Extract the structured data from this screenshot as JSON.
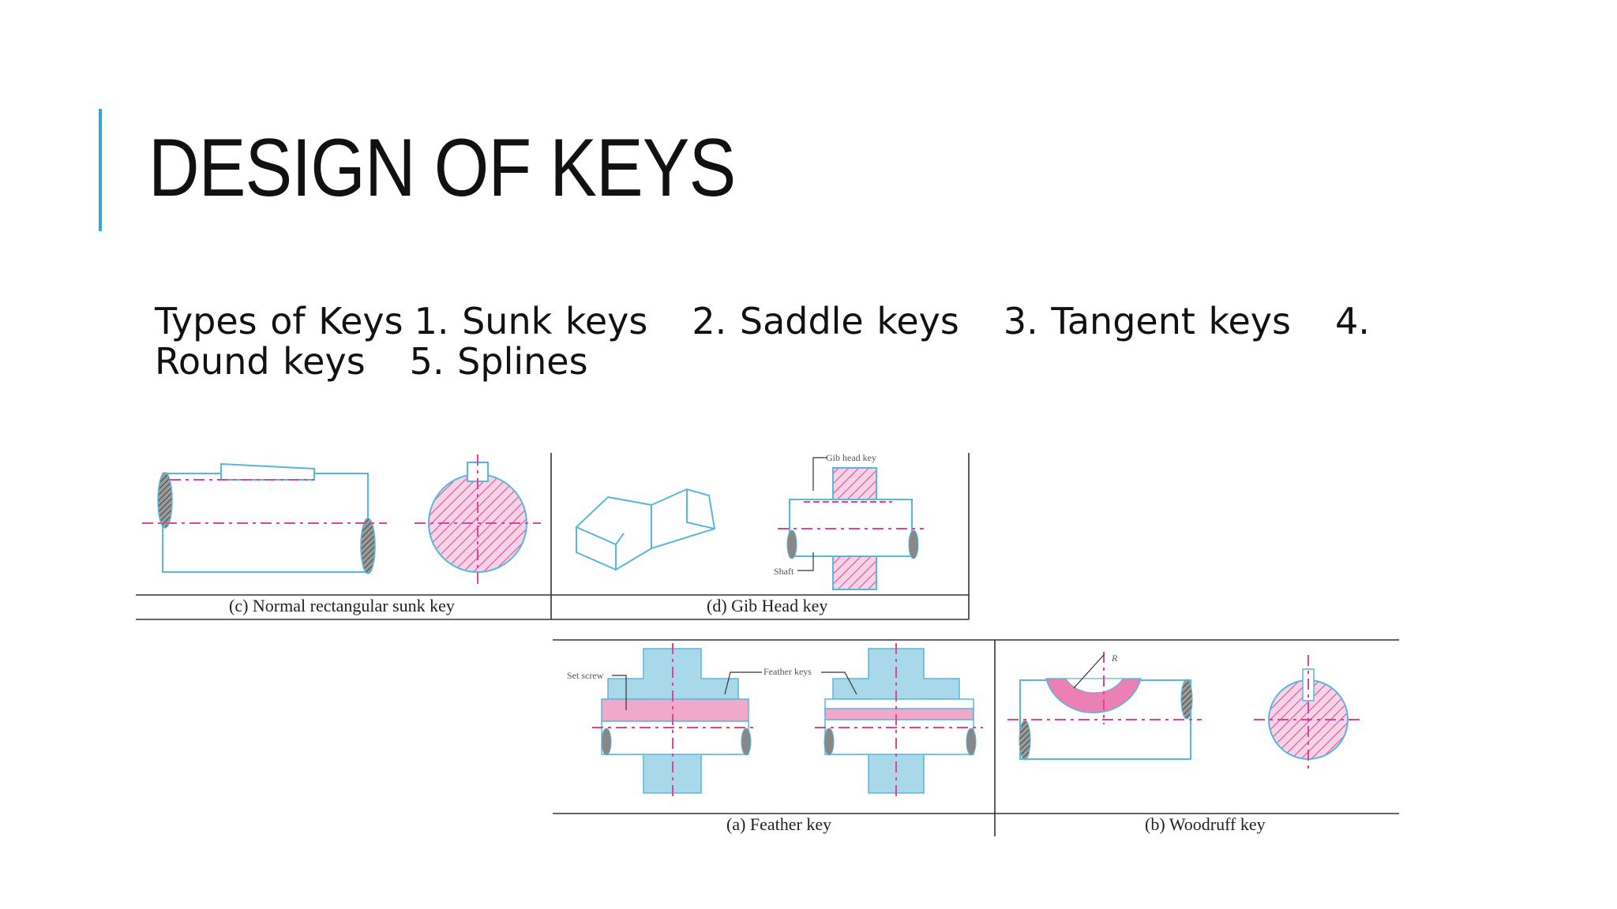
{
  "slide": {
    "title": "DESIGN OF KEYS",
    "intro": "Types of Keys",
    "types": [
      "1. Sunk keys",
      "2. Saddle keys",
      "3. Tangent keys",
      "4. Round keys",
      "5. Splines"
    ]
  },
  "figures": {
    "c_caption": "(c)  Normal rectangular sunk key",
    "d_caption": "(d)  Gib Head key",
    "a_caption": "(a)  Feather key",
    "b_caption": "(b)  Woodruff key",
    "gib_head_label": "Gib head key",
    "shaft_label": "Shaft",
    "set_screw_label": "Set screw",
    "feather_keys_label": "Feather keys",
    "r_label": "R"
  },
  "colors": {
    "accent": "#3aa2d4",
    "outline": "#58b8d8",
    "centerline": "#e0449a",
    "hatch": "#ec7fb4",
    "hub": "#a8d8ea"
  }
}
